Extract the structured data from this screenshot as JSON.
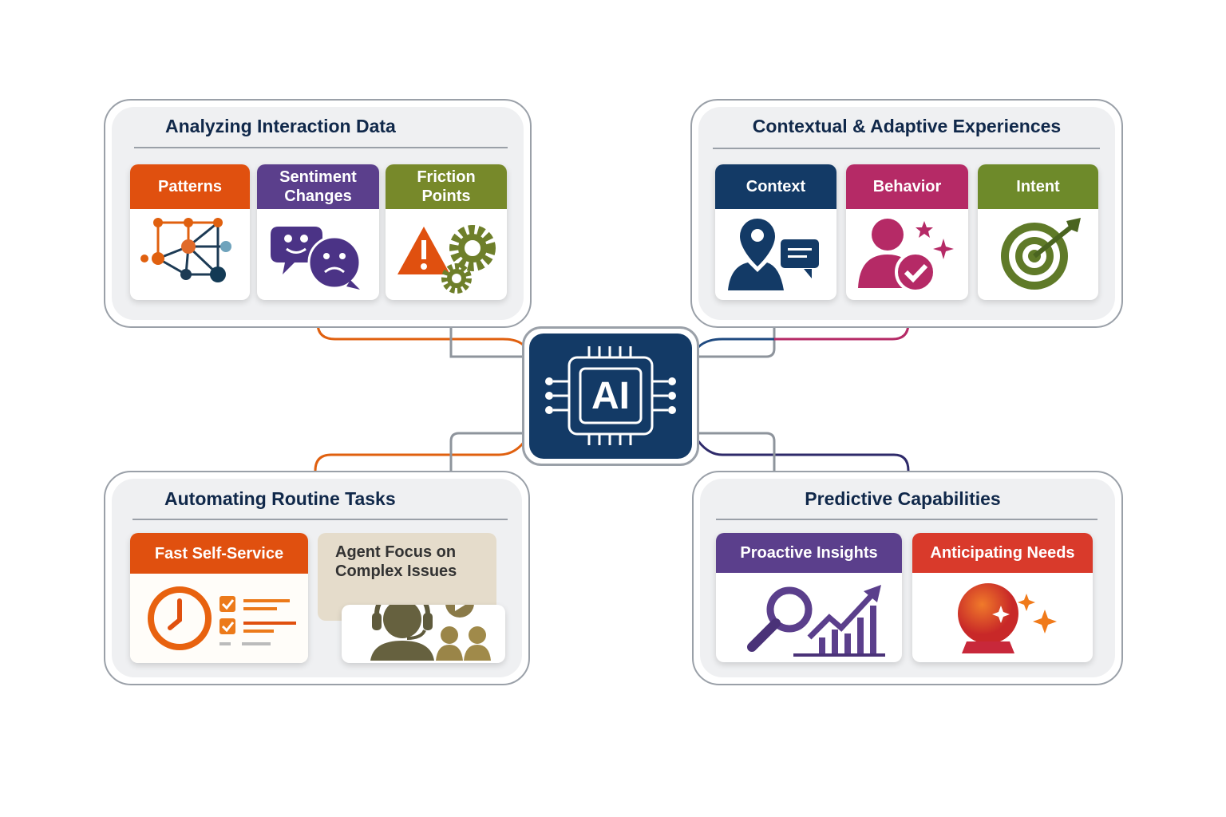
{
  "center": {
    "label": "AI",
    "color": "#133a66"
  },
  "panels": {
    "analyzing": {
      "title": "Analyzing Interaction Data",
      "cards": [
        {
          "label": "Patterns",
          "icon": "network-graph-icon",
          "color": "#e0500f"
        },
        {
          "label_line1": "Sentiment",
          "label_line2": "Changes",
          "icon": "sentiment-chat-bubbles-icon",
          "color": "#5b3f8c"
        },
        {
          "label_line1": "Friction",
          "label_line2": "Points",
          "icon": "warning-gears-icon",
          "color": "#77892a"
        }
      ]
    },
    "contextual": {
      "title": "Contextual & Adaptive Experiences",
      "cards": [
        {
          "label": "Context",
          "icon": "location-person-chat-icon",
          "color": "#133a66"
        },
        {
          "label": "Behavior",
          "icon": "person-check-sparkle-icon",
          "color": "#b52a66"
        },
        {
          "label": "Intent",
          "icon": "target-arrow-icon",
          "color": "#6e8a2a"
        }
      ]
    },
    "automating": {
      "title": "Automating Routine Tasks",
      "cards": [
        {
          "label": "Fast Self-Service",
          "icon": "clock-checklist-icon",
          "color": "#e0500f"
        },
        {
          "label_line1": "Agent Focus on",
          "label_line2": "Complex Issues",
          "icon": "headset-agent-icon",
          "color": "#e5dccb"
        }
      ]
    },
    "predictive": {
      "title": "Predictive Capabilities",
      "cards": [
        {
          "label": "Proactive Insights",
          "icon": "magnifier-growth-chart-icon",
          "color": "#5b3f8c"
        },
        {
          "label": "Anticipating Needs",
          "icon": "crystal-ball-icon",
          "color": "#d93a2b"
        }
      ]
    }
  }
}
